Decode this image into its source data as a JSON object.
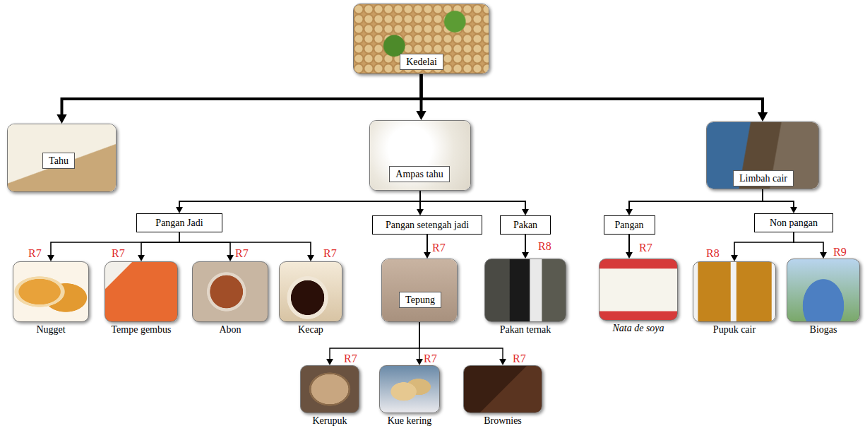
{
  "diagram": {
    "nodes": [
      {
        "text": [
          "Kedelai"
        ]
      },
      {
        "text": [
          "Tahu"
        ]
      },
      {
        "text": [
          "Ampas tahu"
        ]
      },
      {
        "text": [
          "Limbah cair"
        ]
      },
      {
        "text": [
          "Pangan Jadi"
        ]
      },
      {
        "text": [
          "Pangan setengah jadi"
        ]
      },
      {
        "text": [
          "Pakan"
        ]
      },
      {
        "text": [
          "Pangan"
        ]
      },
      {
        "text": [
          "Non pangan"
        ]
      },
      {
        "text": [
          "Nugget"
        ]
      },
      {
        "text": [
          "Tempe gembus"
        ]
      },
      {
        "text": [
          "Abon"
        ]
      },
      {
        "text": [
          "Kecap"
        ]
      },
      {
        "text": [
          "Tepung"
        ]
      },
      {
        "text": [
          "Pakan ternak"
        ]
      },
      {
        "text": [
          "Nata de soya"
        ]
      },
      {
        "text": [
          "Pupuk cair"
        ]
      },
      {
        "text": [
          "Biogas"
        ]
      },
      {
        "text": [
          "Kerupuk"
        ]
      },
      {
        "text": [
          "Kue kering"
        ]
      },
      {
        "text": [
          "Brownies"
        ]
      }
    ],
    "edges": [
      {
        "from": 0,
        "to": 1,
        "arrow": "to"
      },
      {
        "from": 0,
        "to": 2,
        "arrow": "to"
      },
      {
        "from": 0,
        "to": 3,
        "arrow": "to"
      },
      {
        "from": 2,
        "to": 4,
        "arrow": "to"
      },
      {
        "from": 2,
        "to": 5,
        "arrow": "to"
      },
      {
        "from": 2,
        "to": 6,
        "arrow": "to"
      },
      {
        "from": 3,
        "to": 7,
        "arrow": "to"
      },
      {
        "from": 3,
        "to": 8,
        "arrow": "to"
      },
      {
        "from": 4,
        "to": 9,
        "arrow": "to"
      },
      {
        "from": 4,
        "to": 10,
        "arrow": "to"
      },
      {
        "from": 4,
        "to": 11,
        "arrow": "to"
      },
      {
        "from": 4,
        "to": 12,
        "arrow": "to"
      },
      {
        "from": 5,
        "to": 13,
        "arrow": "to"
      },
      {
        "from": 6,
        "to": 14,
        "arrow": "to"
      },
      {
        "from": 7,
        "to": 15,
        "arrow": "to"
      },
      {
        "from": 8,
        "to": 16,
        "arrow": "to"
      },
      {
        "from": 8,
        "to": 17,
        "arrow": "to"
      },
      {
        "from": 13,
        "to": 18,
        "arrow": "to"
      },
      {
        "from": 13,
        "to": 19,
        "arrow": "to"
      },
      {
        "from": 13,
        "to": 20,
        "arrow": "to"
      }
    ],
    "labels": [
      "R7",
      "R7",
      "R7",
      "R7",
      "R7",
      "R8",
      "R7",
      "R8",
      "R9",
      "R7",
      "R7",
      "R7"
    ]
  }
}
